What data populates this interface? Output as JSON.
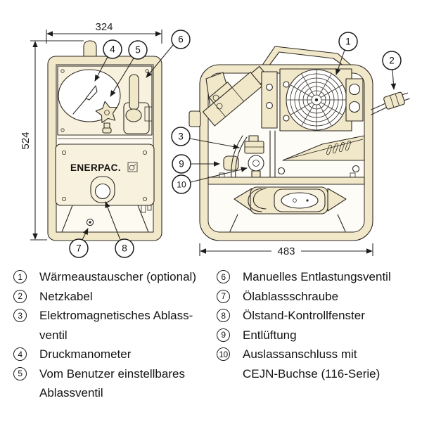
{
  "diagram": {
    "brand": "ENERPAC.",
    "dimensions": {
      "front_width": "324",
      "front_height": "524",
      "side_width": "483"
    },
    "callout_numbers": {
      "n1": "1",
      "n2": "2",
      "n3": "3",
      "n4": "4",
      "n5": "5",
      "n6": "6",
      "n7": "7",
      "n8": "8",
      "n9": "9",
      "n10": "10"
    }
  },
  "legend": {
    "left": [
      {
        "num": "1",
        "lines": [
          "Wärmeaustauscher (optional)"
        ]
      },
      {
        "num": "2",
        "lines": [
          "Netzkabel"
        ]
      },
      {
        "num": "3",
        "lines": [
          "Elektromagnetisches Ablass-",
          "ventil"
        ]
      },
      {
        "num": "4",
        "lines": [
          "Druckmanometer"
        ]
      },
      {
        "num": "5",
        "lines": [
          "Vom Benutzer einstellbares",
          "Ablassventil"
        ]
      }
    ],
    "right": [
      {
        "num": "6",
        "lines": [
          "Manuelles Entlastungsventil"
        ]
      },
      {
        "num": "7",
        "lines": [
          "Ölablassschraube"
        ]
      },
      {
        "num": "8",
        "lines": [
          "Ölstand-Kontrollfenster"
        ]
      },
      {
        "num": "9",
        "lines": [
          "Entlüftung"
        ]
      },
      {
        "num": "10",
        "lines": [
          "Auslassanschluss mit",
          "CEJN-Buchse (116-Serie)"
        ]
      }
    ]
  },
  "colors": {
    "body_fill": "#f1e7c9",
    "panel_fill": "#f7f1de",
    "line": "#2e2a24",
    "text": "#141414",
    "background": "#ffffff"
  }
}
